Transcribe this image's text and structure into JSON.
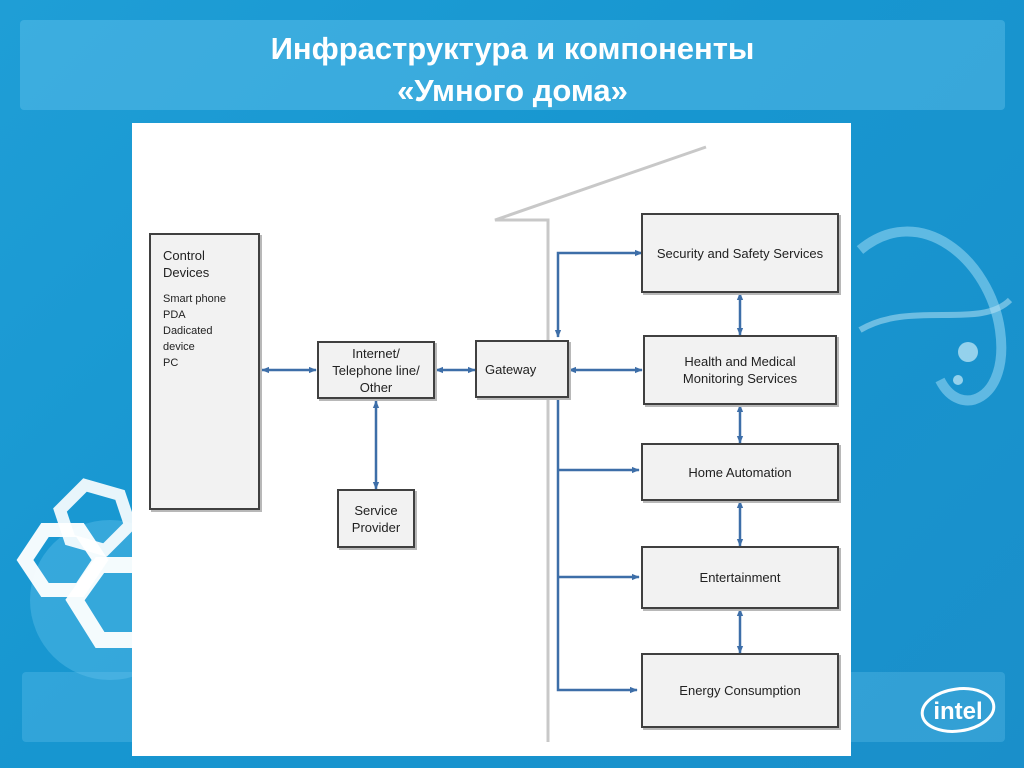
{
  "slide": {
    "title_line1": "Инфраструктура и компоненты",
    "title_line2": "«Умного дома»"
  },
  "diagram": {
    "control_devices": {
      "title_line1": "Control",
      "title_line2": "Devices",
      "items": [
        "Smart phone",
        "PDA",
        "Dadicated",
        "device",
        "PC"
      ]
    },
    "internet": {
      "line1": "Internet/",
      "line2": "Telephone line/",
      "line3": "Other"
    },
    "service_provider": {
      "line1": "Service",
      "line2": "Provider"
    },
    "gateway": "Gateway",
    "services": {
      "security": "Security and Safety Services",
      "health_line1": "Health and Medical",
      "health_line2": "Monitoring Services",
      "home_automation": "Home Automation",
      "entertainment": "Entertainment",
      "energy": "Energy Consumption"
    }
  },
  "logo": {
    "text": "intel"
  },
  "colors": {
    "arrow": "#3d6ea8",
    "house_line": "#c8c8c8",
    "box_border": "#404040",
    "box_fill": "#f2f2f2",
    "background": "#1b96d1"
  }
}
